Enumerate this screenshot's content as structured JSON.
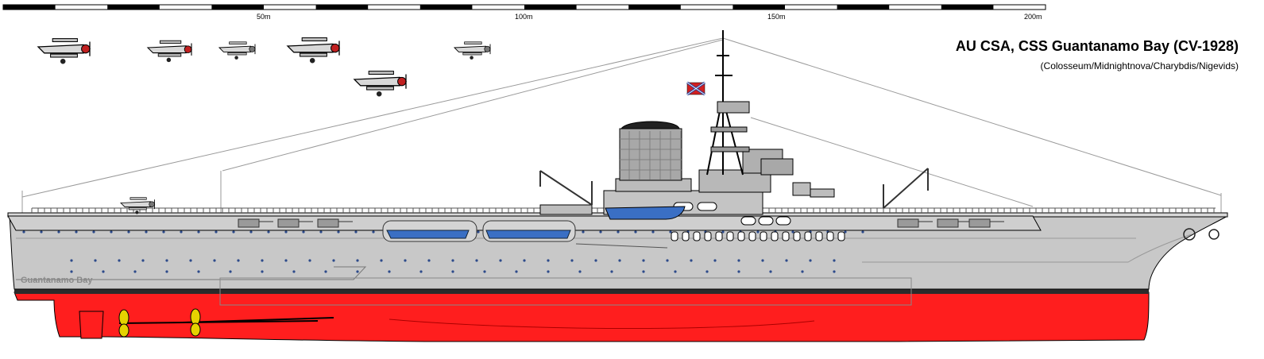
{
  "title": "AU CSA, CSS Guantanamo Bay (CV-1928)",
  "subtitle": "(Colosseum/Midnightnova/Charybdis/Nigevids)",
  "hull_name": "Guantanamo Bay",
  "scale": {
    "labels": [
      "50m",
      "100m",
      "150m",
      "200m"
    ]
  },
  "colors": {
    "hull_gray": "#c8c8c8",
    "lower_hull_red": "#ff1e1e",
    "boot_top": "#2b2b2b",
    "boat_blue": "#3a6fc4",
    "propeller_yellow": "#e6d200",
    "flag_red": "#d22020"
  },
  "icons": {
    "aircraft": "biplane-icon",
    "flag": "confederate-flag-icon",
    "propeller": "propeller-icon",
    "anchor": "anchor-icon"
  }
}
